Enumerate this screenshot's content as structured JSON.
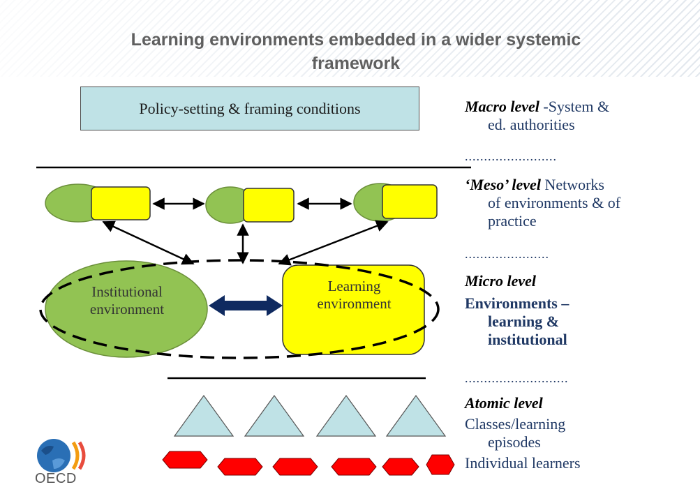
{
  "slide": {
    "title": "Learning environments embedded in a wider systemic framework",
    "policy_box": "Policy-setting  & framing conditions",
    "institutional_label_1": "Institutional",
    "institutional_label_2": "environment",
    "learning_label_1": "Learning",
    "learning_label_2": "environment"
  },
  "sidebar": {
    "macro_level": "Macro level",
    "macro_desc_1": " -System &",
    "macro_desc_2": "ed. authorities",
    "dots_1": "........................",
    "meso_level": "‘Meso’ level",
    "meso_desc_1": " Networks",
    "meso_desc_2": "of environments &  of",
    "meso_desc_3": "practice",
    "dots_2": "......................",
    "micro_level": "Micro level",
    "micro_desc_1": "Environments –",
    "micro_desc_2": "learning &",
    "micro_desc_3": "institutional",
    "dots_3": "...........................",
    "atomic_level": "Atomic level",
    "atomic_desc_1": "Classes/learning",
    "atomic_desc_2": "episodes",
    "atomic_desc_3": "Individual learners"
  },
  "logo": {
    "text": "OECD"
  },
  "colors": {
    "green": "#92c353",
    "yellow": "#ffff00",
    "teal": "#bfe2e6",
    "red": "#ff0000",
    "navy": "#0f2a60"
  }
}
